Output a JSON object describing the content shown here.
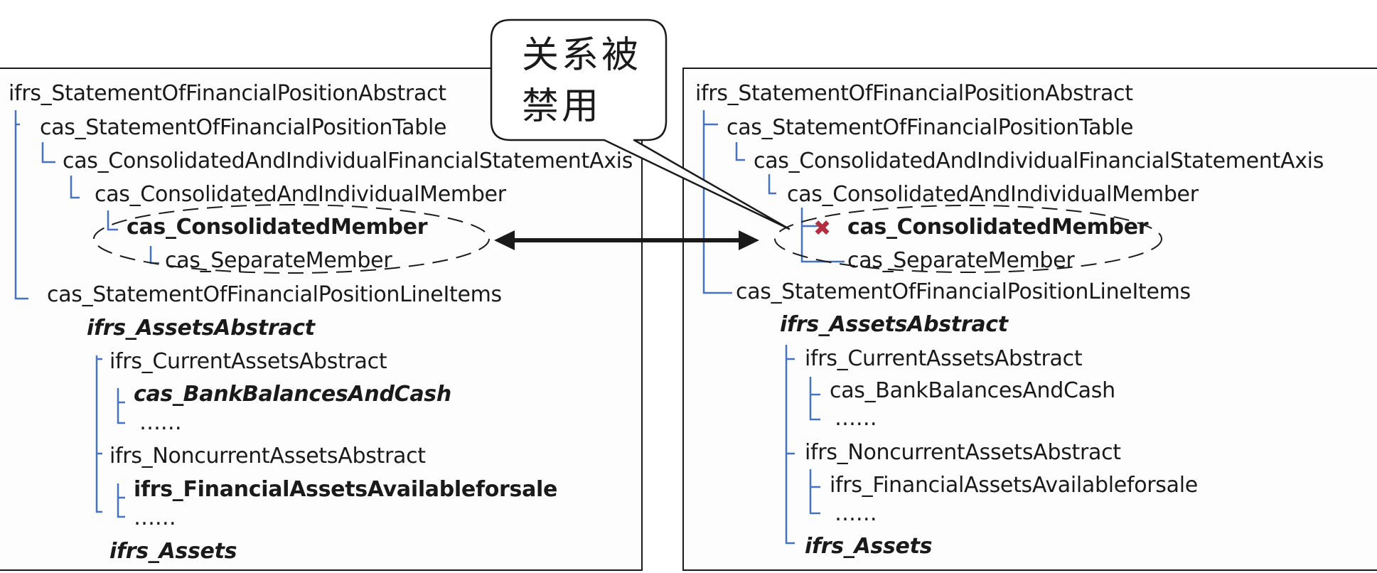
{
  "callout": {
    "line1": "关系被",
    "line2": "禁用"
  },
  "left_tree": [
    {
      "id": "l0",
      "label": "ifrs_StatementOfFinancialPositionAbstract",
      "style": ""
    },
    {
      "id": "l1",
      "label": "cas_StatementOfFinancialPositionTable",
      "style": ""
    },
    {
      "id": "l2",
      "label": "cas_ConsolidatedAndIndividualFinancialStatementAxis",
      "style": ""
    },
    {
      "id": "l3",
      "label": "cas_ConsolidatedAndIndividualMember",
      "style": ""
    },
    {
      "id": "l4",
      "label": "cas_ConsolidatedMember",
      "style": "bold"
    },
    {
      "id": "l5",
      "label": "cas_SeparateMember",
      "style": ""
    },
    {
      "id": "l6",
      "label": "cas_StatementOfFinancialPositionLineItems",
      "style": ""
    },
    {
      "id": "l7",
      "label": "ifrs_AssetsAbstract",
      "style": "bold italic"
    },
    {
      "id": "l8",
      "label": "ifrs_CurrentAssetsAbstract",
      "style": ""
    },
    {
      "id": "l9",
      "label": "cas_BankBalancesAndCash",
      "style": "bold italic"
    },
    {
      "id": "l10",
      "label": "……",
      "style": ""
    },
    {
      "id": "l11",
      "label": "ifrs_NoncurrentAssetsAbstract",
      "style": ""
    },
    {
      "id": "l12",
      "label": "ifrs_FinancialAssetsAvailableforsale",
      "style": "bold"
    },
    {
      "id": "l13",
      "label": "……",
      "style": ""
    },
    {
      "id": "l14",
      "label": "ifrs_Assets",
      "style": "bold italic"
    }
  ],
  "right_tree": [
    {
      "id": "r0",
      "label": "ifrs_StatementOfFinancialPositionAbstract",
      "style": ""
    },
    {
      "id": "r1",
      "label": "cas_StatementOfFinancialPositionTable",
      "style": ""
    },
    {
      "id": "r2",
      "label": "cas_ConsolidatedAndIndividualFinancialStatementAxis",
      "style": ""
    },
    {
      "id": "r3",
      "label": "cas_ConsolidatedAndIndividualMember",
      "style": ""
    },
    {
      "id": "r4",
      "label": "cas_ConsolidatedMember",
      "style": "bold"
    },
    {
      "id": "r5",
      "label": "cas_SeparateMember",
      "style": ""
    },
    {
      "id": "r6",
      "label": "cas_StatementOfFinancialPositionLineItems",
      "style": ""
    },
    {
      "id": "r7",
      "label": "ifrs_AssetsAbstract",
      "style": "bold italic"
    },
    {
      "id": "r8",
      "label": "ifrs_CurrentAssetsAbstract",
      "style": ""
    },
    {
      "id": "r9",
      "label": "cas_BankBalancesAndCash",
      "style": ""
    },
    {
      "id": "r10",
      "label": "……",
      "style": ""
    },
    {
      "id": "r11",
      "label": "ifrs_NoncurrentAssetsAbstract",
      "style": ""
    },
    {
      "id": "r12",
      "label": "ifrs_FinancialAssetsAvailableforsale",
      "style": ""
    },
    {
      "id": "r13",
      "label": "……",
      "style": ""
    },
    {
      "id": "r14",
      "label": "ifrs_Assets",
      "style": "bold italic"
    }
  ],
  "colors": {
    "tree_line": "#4472c4",
    "frame": "#1a1a1a",
    "disabled_mark": "#b03040"
  },
  "icons": {
    "disabled": "x-mark-icon"
  }
}
